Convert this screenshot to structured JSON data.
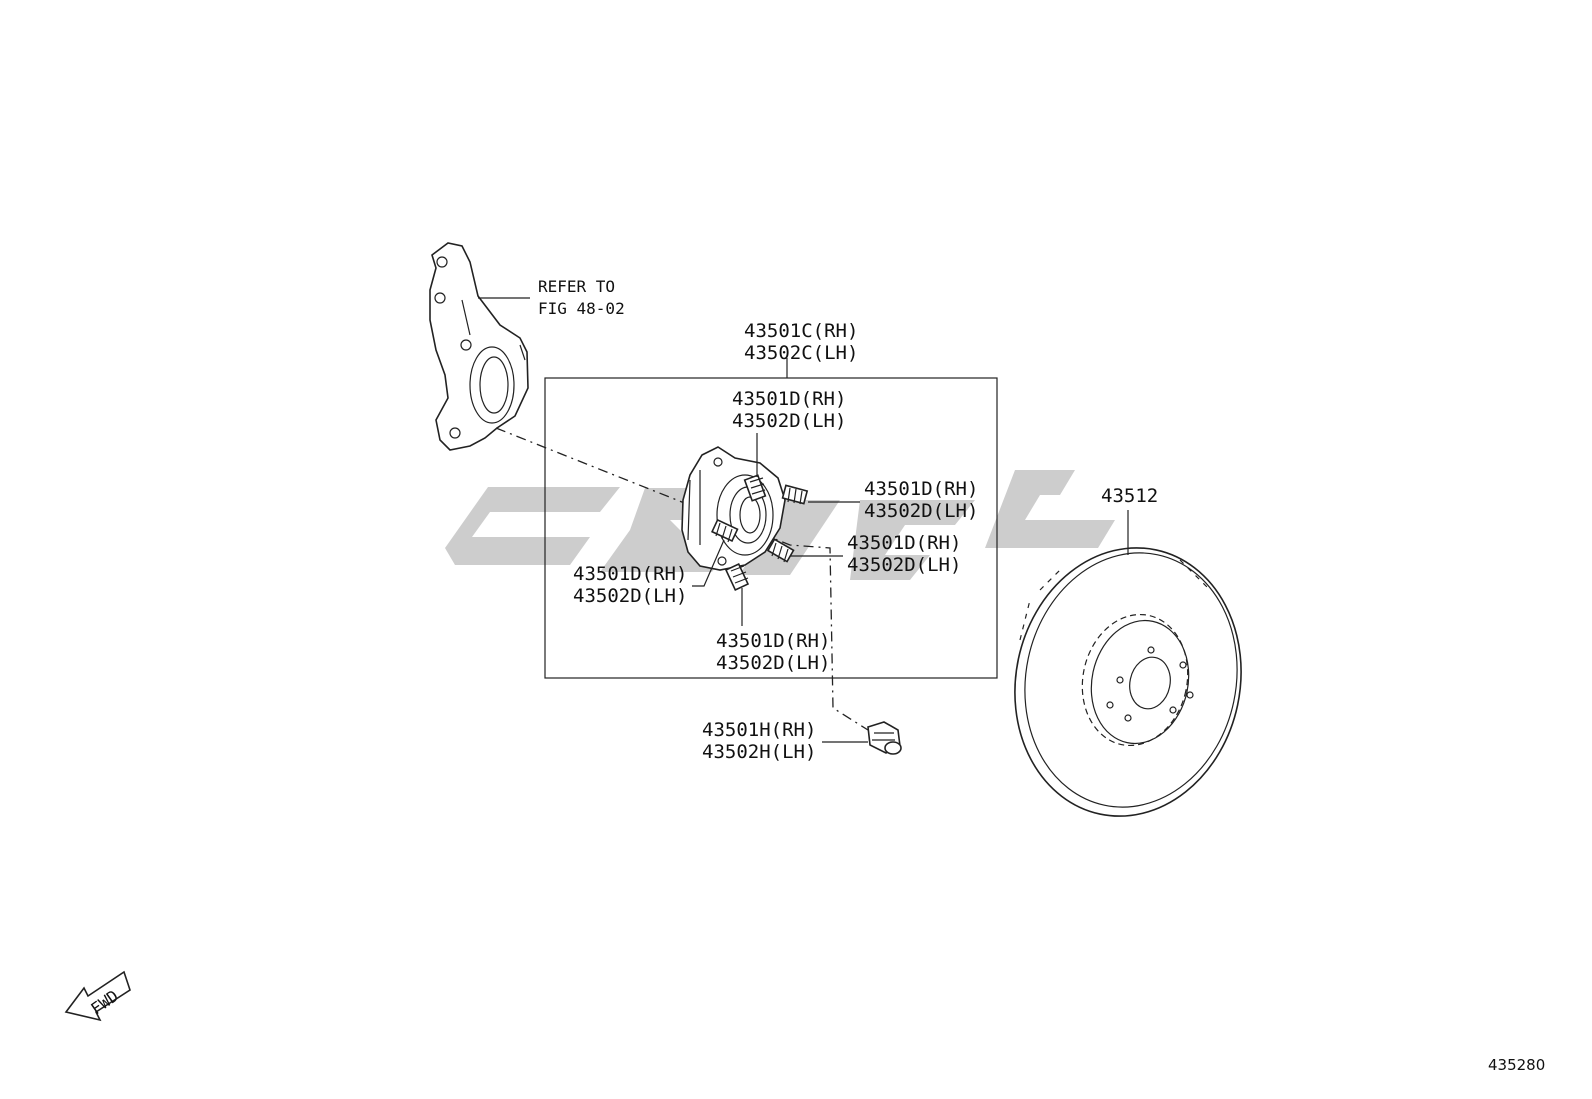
{
  "refer": {
    "line1": "REFER TO",
    "line2": "FIG 48-02"
  },
  "hub_assembly": {
    "rh": "43501C(RH)",
    "lh": "43502C(LH)"
  },
  "stud_top": {
    "rh": "43501D(RH)",
    "lh": "43502D(LH)"
  },
  "stud_right_upper": {
    "rh": "43501D(RH)",
    "lh": "43502D(LH)"
  },
  "stud_right_lower": {
    "rh": "43501D(RH)",
    "lh": "43502D(LH)"
  },
  "stud_left": {
    "rh": "43501D(RH)",
    "lh": "43502D(LH)"
  },
  "stud_bottom": {
    "rh": "43501D(RH)",
    "lh": "43502D(LH)"
  },
  "nut": {
    "rh": "43501H(RH)",
    "lh": "43502H(LH)"
  },
  "disc": {
    "label": "43512"
  },
  "fwd": {
    "label": "FWD"
  },
  "figure_number": "435280"
}
